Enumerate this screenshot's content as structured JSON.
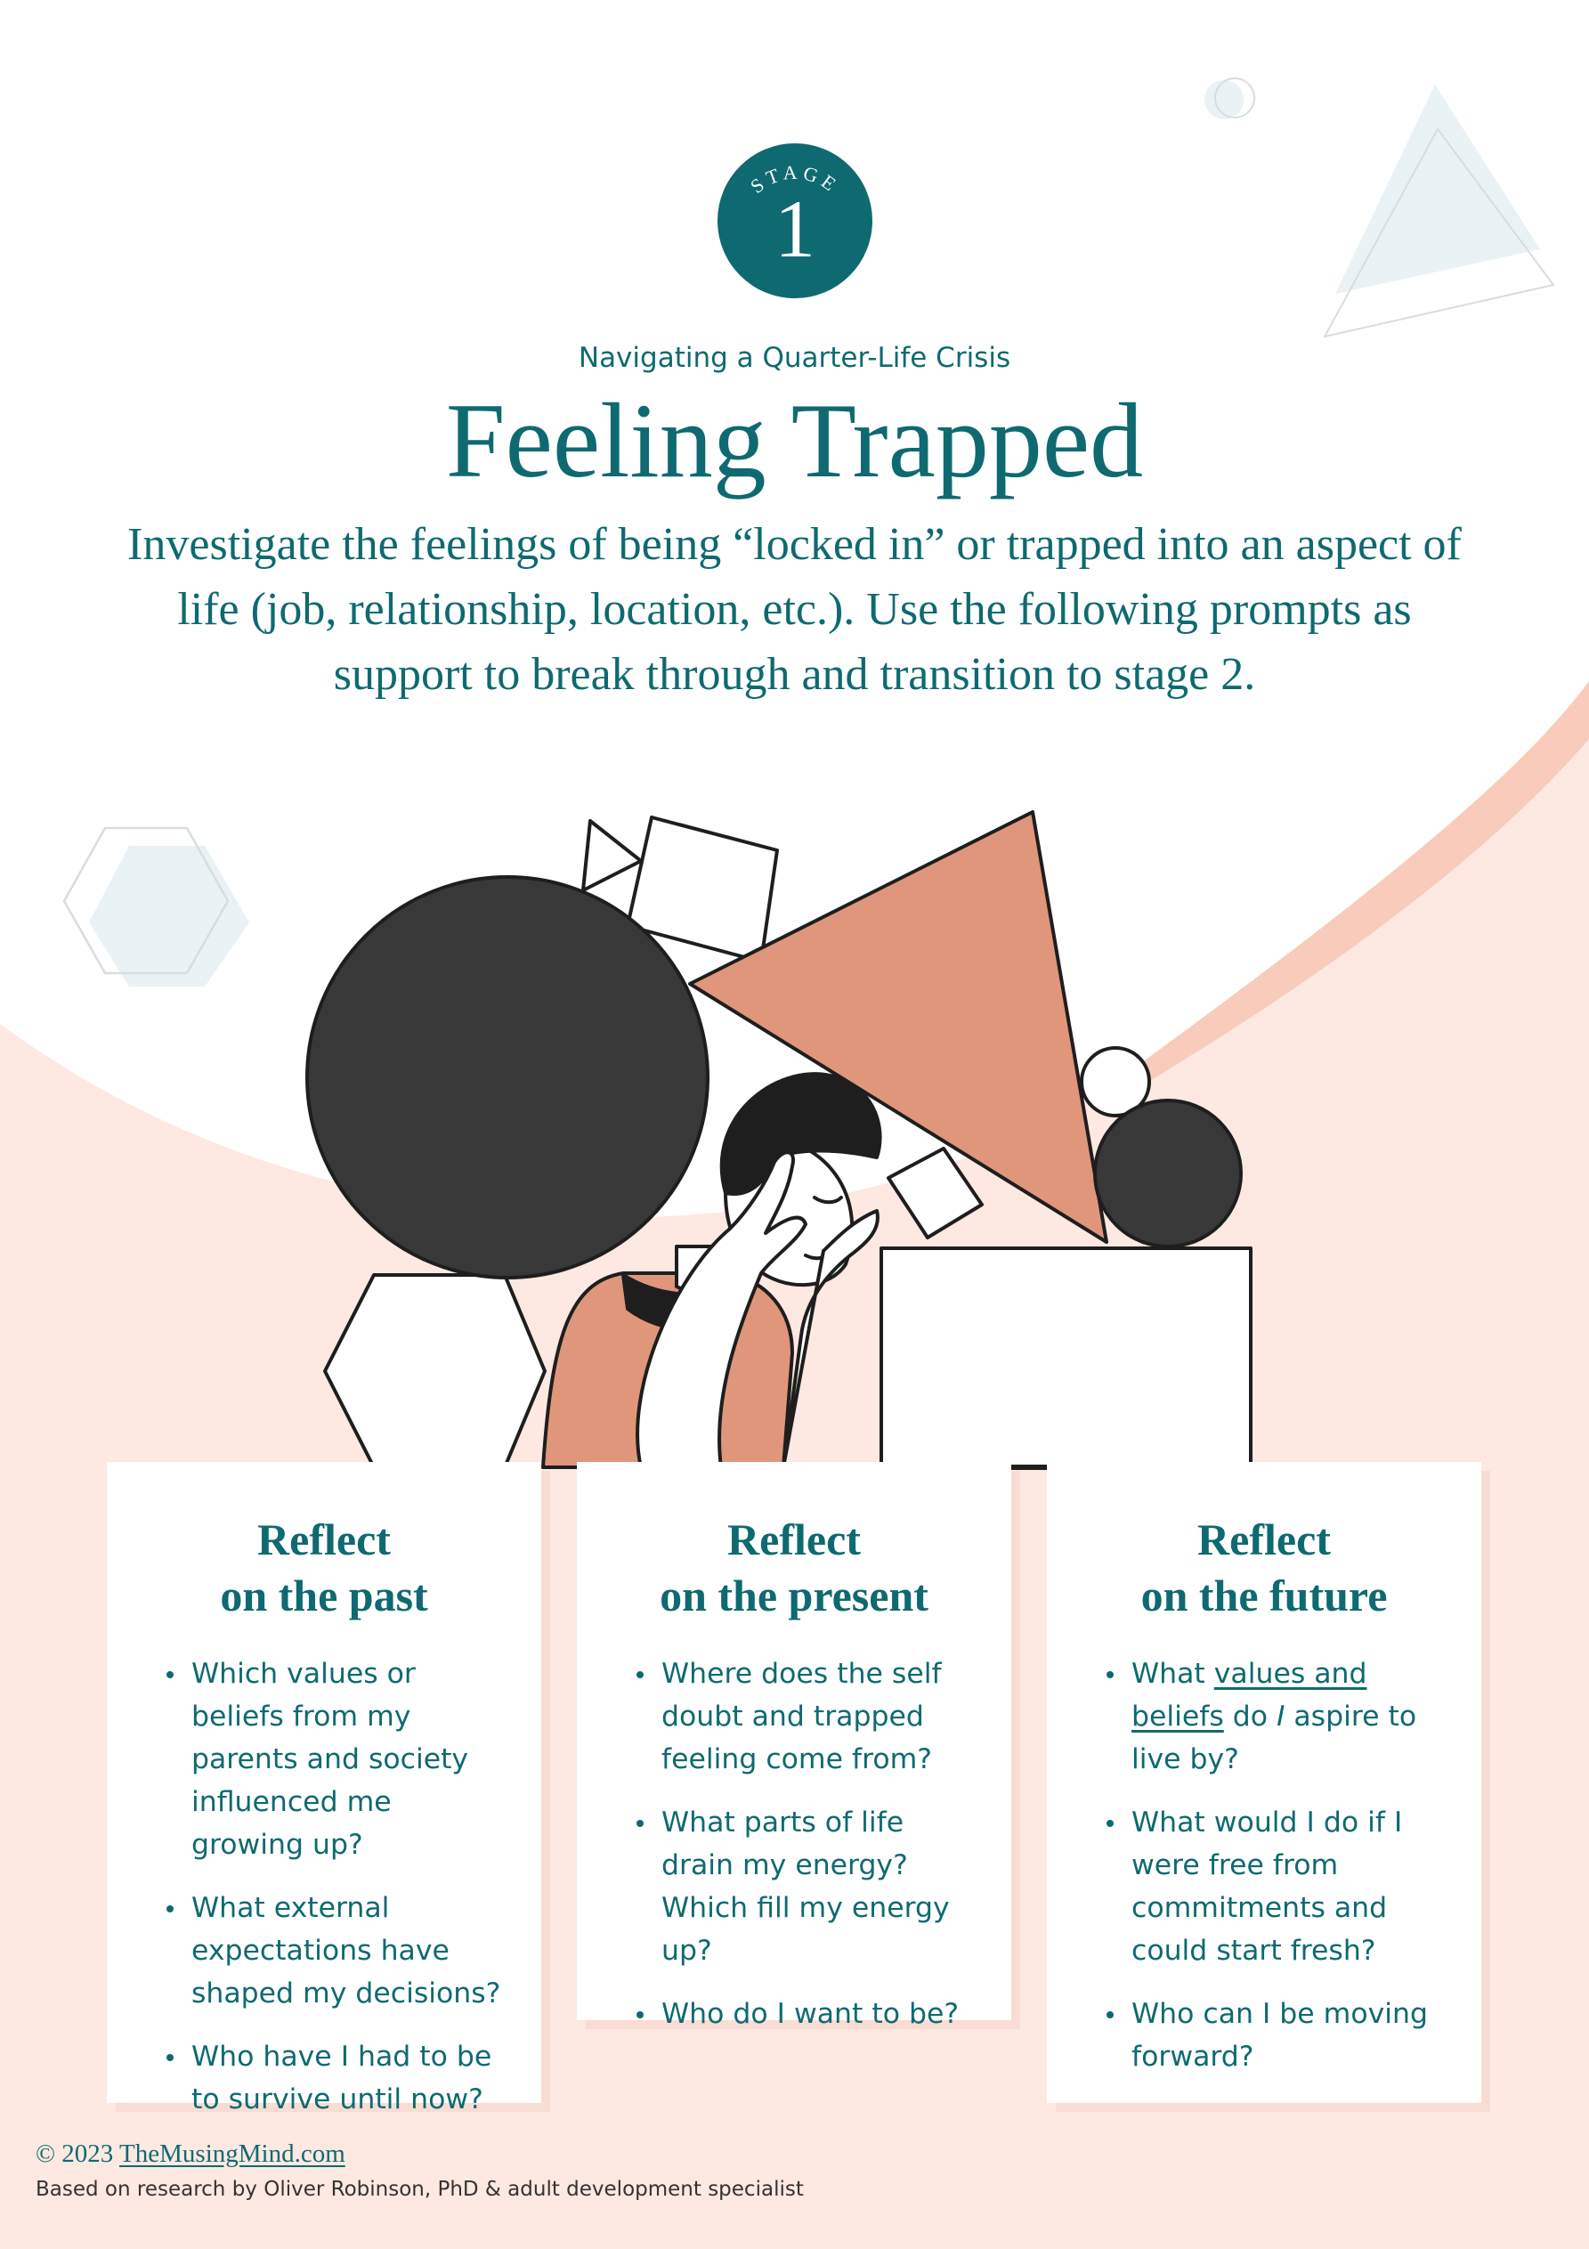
{
  "badge": {
    "label": "STAGE",
    "number": "1"
  },
  "header": {
    "eyebrow": "Navigating a Quarter-Life Crisis",
    "title": "Feeling Trapped",
    "intro": "Investigate the feelings of being “locked in” or trapped into an aspect of life (job, relationship, location, etc.). Use the following prompts as support to break through and transition to stage 2."
  },
  "cards": [
    {
      "title_line1": "Reflect",
      "title_line2": "on the past",
      "items": [
        "Which values or beliefs from my parents and society influenced me growing up?",
        "What external expectations have shaped my decisions?",
        "Who have I had to be to survive until now?"
      ]
    },
    {
      "title_line1": "Reflect",
      "title_line2": "on the present",
      "items": [
        "Where does the self doubt and trapped feeling come from?",
        "What parts of life drain my energy? Which fill my energy up?",
        "Who do I want to be?"
      ]
    },
    {
      "title_line1": "Reflect",
      "title_line2": "on the future",
      "item1": {
        "pre": "What ",
        "link": "values and beliefs",
        "mid": " do ",
        "em": "I",
        "post": " aspire to live by?"
      },
      "items": [
        "What would I do if I were free from commitments and could start fresh?",
        "Who can I be moving forward?"
      ]
    }
  ],
  "footer": {
    "copyright": "© 2023",
    "site": "TheMusingMind.com",
    "credit": "Based on research by Oliver Robinson, PhD & adult development specialist"
  },
  "colors": {
    "teal": "#0e6a70",
    "peach": "#fde8e2",
    "salmon": "#e0967a",
    "dark": "#383838",
    "light_blue": "#e9f2f5"
  }
}
